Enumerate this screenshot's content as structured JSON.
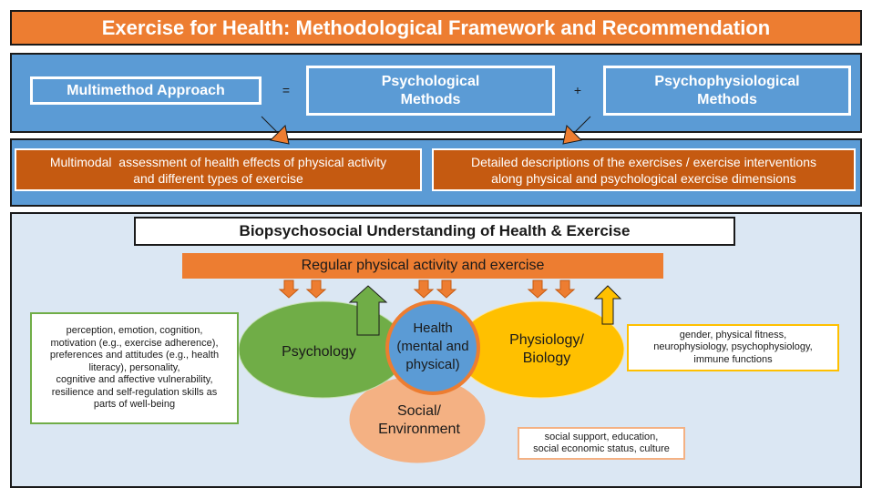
{
  "title": "Exercise for Health: Methodological Framework and Recommendation",
  "methods": {
    "multimethod": "Multimethod Approach",
    "equals": "=",
    "psychological_line1": "Psychological",
    "psychological_line2": "Methods",
    "plus": "+",
    "psychophysiological_line1": "Psychophysiological",
    "psychophysiological_line2": "Methods"
  },
  "outcomes": {
    "assessment_line1": "Multimodal  assessment of health effects of physical activity",
    "assessment_line2": "and different types of exercise",
    "descriptions_line1": "Detailed descriptions of the exercises / exercise interventions",
    "descriptions_line2": "along physical and psychological exercise dimensions"
  },
  "biopsychosocial": {
    "title": "Biopsychosocial Understanding of Health & Exercise",
    "activity_bar": "Regular physical activity and exercise",
    "psychology": "Psychology",
    "physiology_line1": "Physiology/",
    "physiology_line2": "Biology",
    "social_line1": "Social/",
    "social_line2": "Environment",
    "health_line1": "Health",
    "health_line2": "(mental and",
    "health_line3": "physical)",
    "psych_note": [
      "perception, emotion, cognition,",
      "motivation (e.g., exercise adherence),",
      "preferences and attitudes (e.g., health",
      "literacy), personality,",
      "cognitive and affective vulnerability,",
      "resilience and self-regulation skills as",
      "parts of well-being"
    ],
    "physio_note": [
      "gender, physical fitness,",
      "neurophysiology, psychophysiology,",
      "immune functions"
    ],
    "social_note": [
      "social support, education,",
      "social economic status, culture"
    ]
  },
  "colors": {
    "orange": "#ed7d31",
    "dark_orange": "#c55a11",
    "blue": "#5b9bd5",
    "light_blue": "#dbe7f3",
    "green": "#70ad47",
    "yellow": "#ffc000",
    "peach": "#f4b183"
  }
}
